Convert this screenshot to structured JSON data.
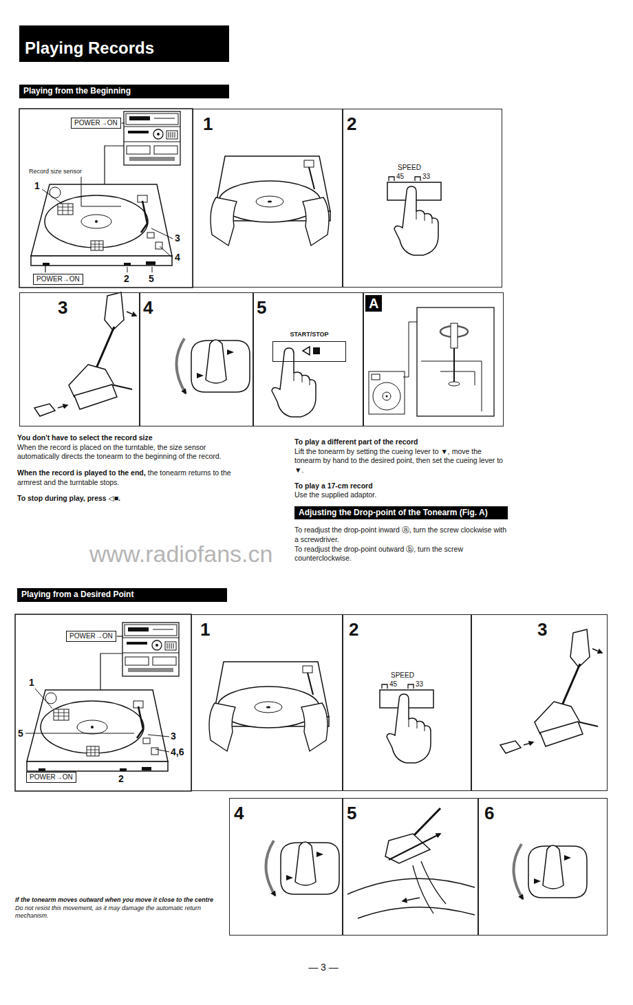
{
  "diagram": {
    "title": "Playing Records",
    "nodes": [
      {
        "text": [
          "Playing from the Beginning"
        ]
      },
      {
        "text": [
          "POWER→ON"
        ]
      },
      {
        "text": [
          "POWER→ON"
        ]
      },
      {
        "text": [
          "1"
        ]
      },
      {
        "text": [
          "2"
        ]
      },
      {
        "text": [
          "3"
        ]
      },
      {
        "text": [
          "4"
        ]
      },
      {
        "text": [
          "5"
        ]
      },
      {
        "text": [
          "START/STOP"
        ],
        "in": 7
      },
      {
        "text": [
          "A"
        ]
      },
      {
        "text": [
          "Adjusting the Drop-point of the Tonearm (Fig. A)"
        ]
      },
      {
        "text": [
          "Playing from a Desired Point"
        ]
      },
      {
        "text": [
          "POWER→ON"
        ]
      },
      {
        "text": [
          "POWER→ON"
        ]
      },
      {
        "text": [
          "1"
        ]
      },
      {
        "text": [
          "2"
        ]
      },
      {
        "text": [
          "3"
        ]
      },
      {
        "text": [
          "4"
        ]
      },
      {
        "text": [
          "5"
        ]
      },
      {
        "text": [
          "6"
        ]
      }
    ],
    "labels": [
      "Record size sensor",
      "1",
      "3",
      "4",
      "2",
      "5",
      "SPEED",
      "45",
      "33",
      "You don't have to select the record size",
      "When the record is placed on the turntable, the size sensor automatically directs the tonearm to the beginning of the record.",
      "When the record is played to the end,",
      "the tonearm returns to the armrest and the turntable stops.",
      "To stop during play, press ◁■.",
      "To play a different part of the record",
      "Lift the tonearm by setting the cueing lever to ▼, move the tonearm by hand to the desired point, then set the cueing lever to ▼.",
      "To play a 17-cm record",
      "Use the supplied adaptor.",
      "To readjust the drop-point inward ⓐ, turn the screw clockwise with a screwdriver.",
      "To readjust the drop-point outward ⓑ, turn the screw counterclockwise.",
      "www.radiofans.cn",
      "1",
      "5",
      "3",
      "4,6",
      "2",
      "SPEED",
      "45",
      "33",
      "If the tonearm moves outward when you move it close to the centre",
      "Do not resist this movement, as it may damage the automatic return mechanism.",
      "— 3 —"
    ]
  }
}
